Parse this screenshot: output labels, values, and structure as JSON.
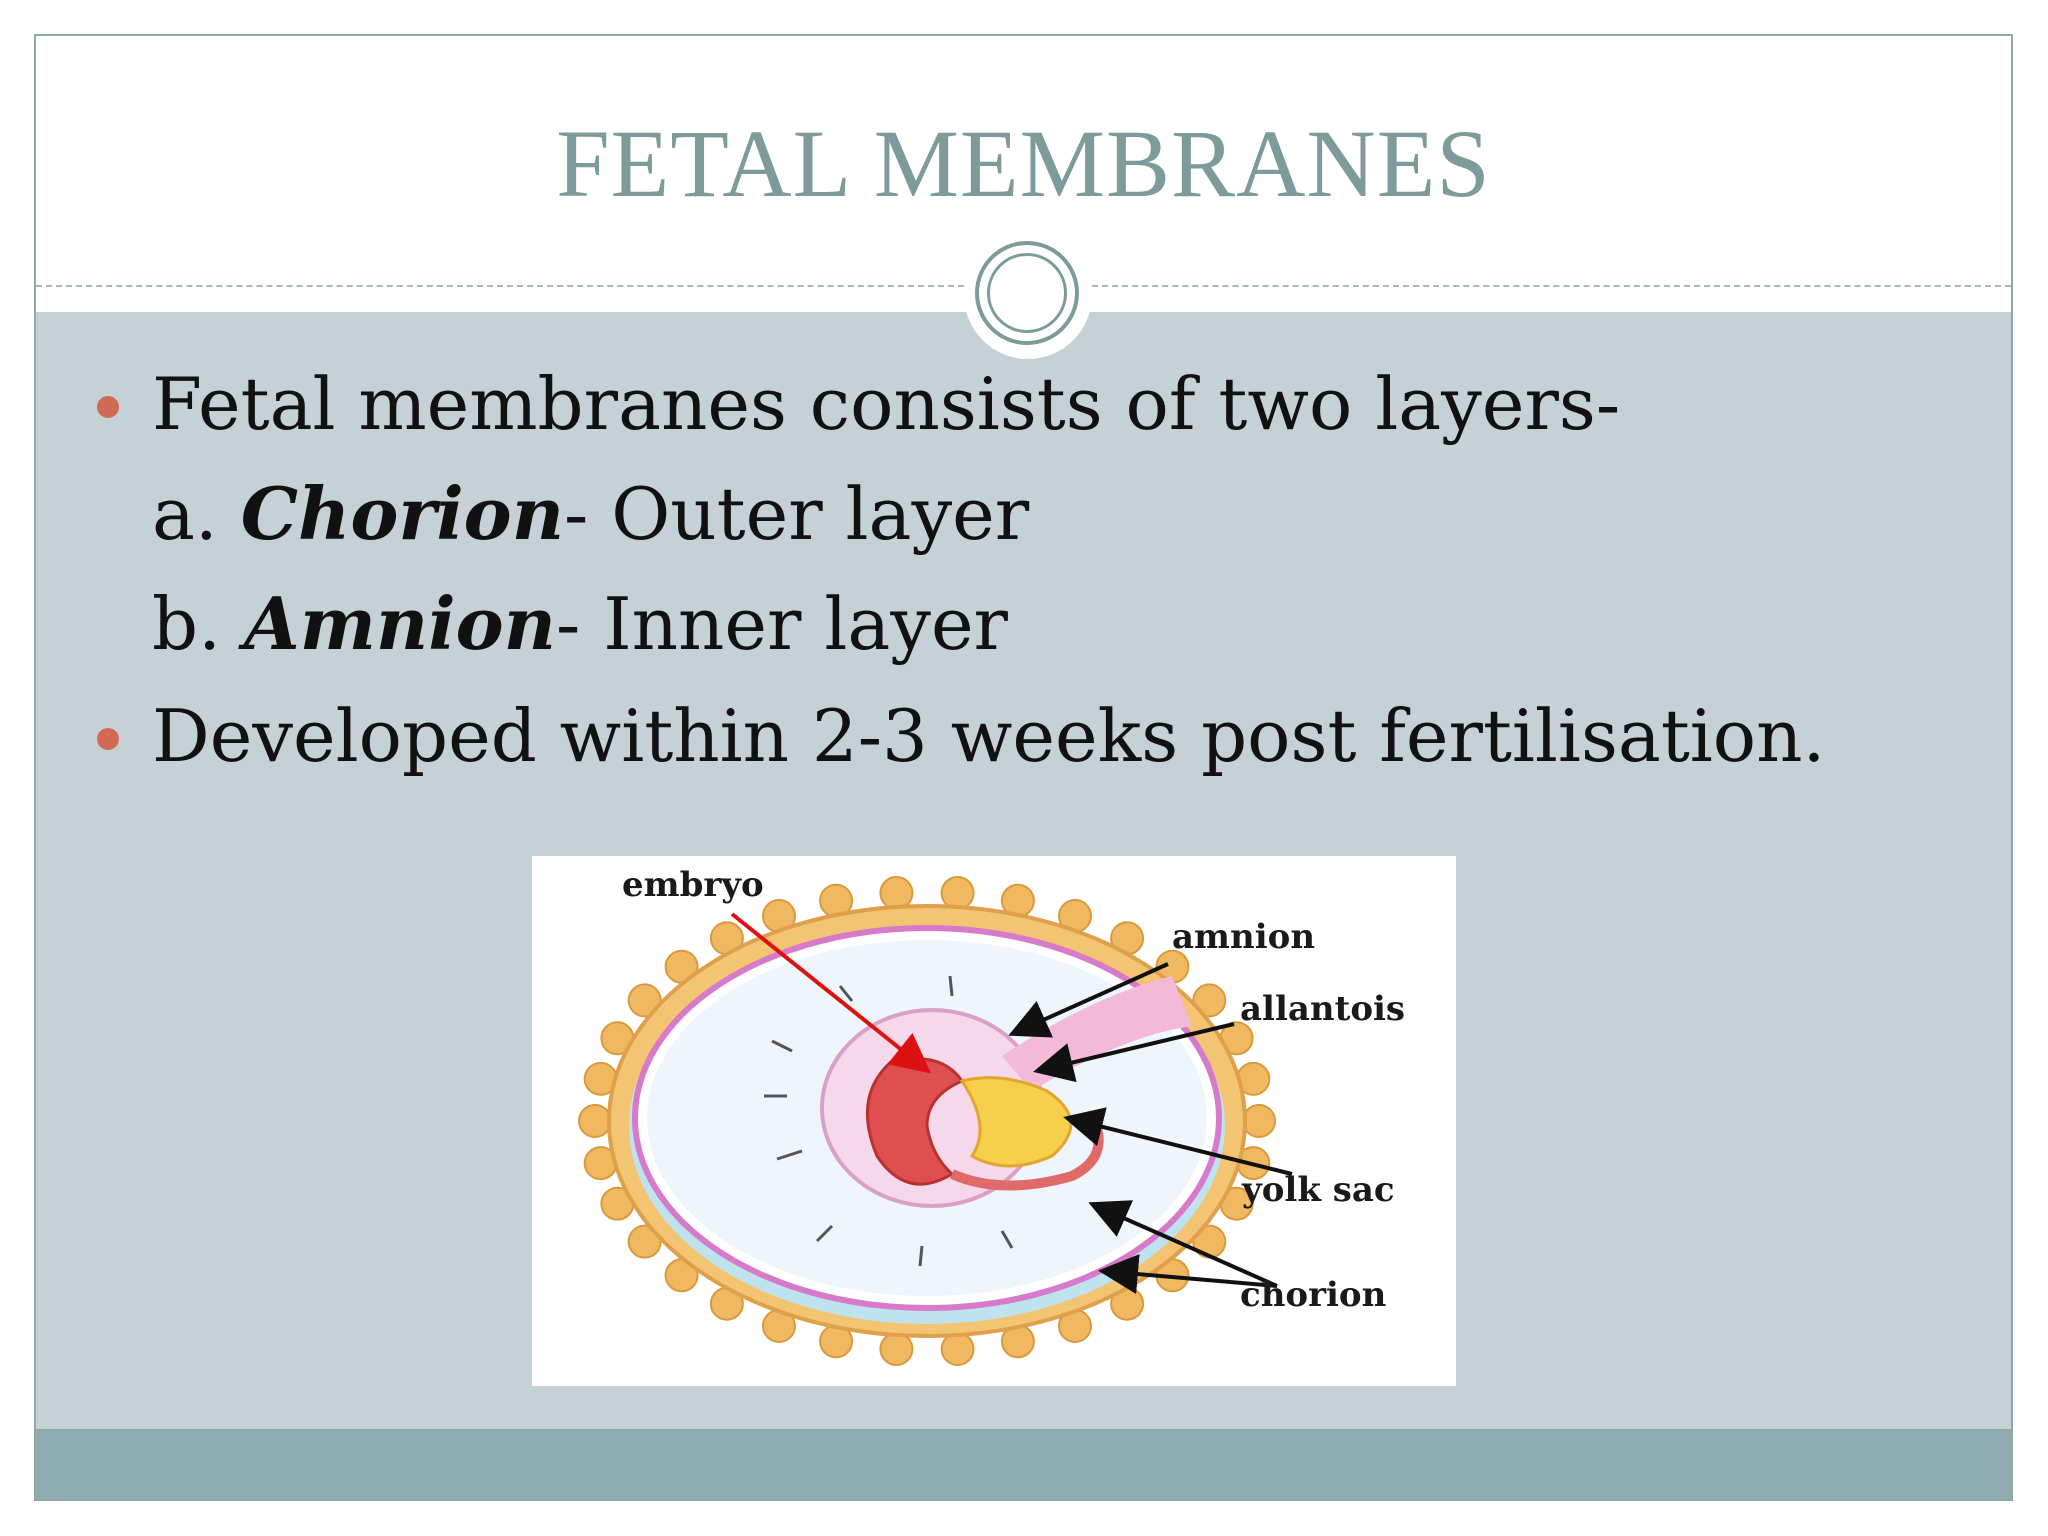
{
  "slide": {
    "title": "FETAL MEMBRANES",
    "bullets": [
      {
        "text": "Fetal membranes consists of two layers-"
      },
      {
        "text": "Developed within 2-3 weeks post fertilisation."
      }
    ],
    "sub_items": [
      {
        "marker": "a.",
        "term": "Chorion",
        "desc": "- Outer layer"
      },
      {
        "marker": "b.",
        "term": "Amnion",
        "desc": "- Inner layer"
      }
    ]
  },
  "figure": {
    "labels": {
      "embryo": "embryo",
      "amnion": "amnion",
      "allantois": "allantois",
      "yolk_sac": "yolk sac",
      "chorion": "chorion"
    }
  },
  "colors": {
    "title": "#7d9b9b",
    "panel": "#c5d1d5",
    "footer": "#8eacb0",
    "bullet": "#d06a55"
  }
}
